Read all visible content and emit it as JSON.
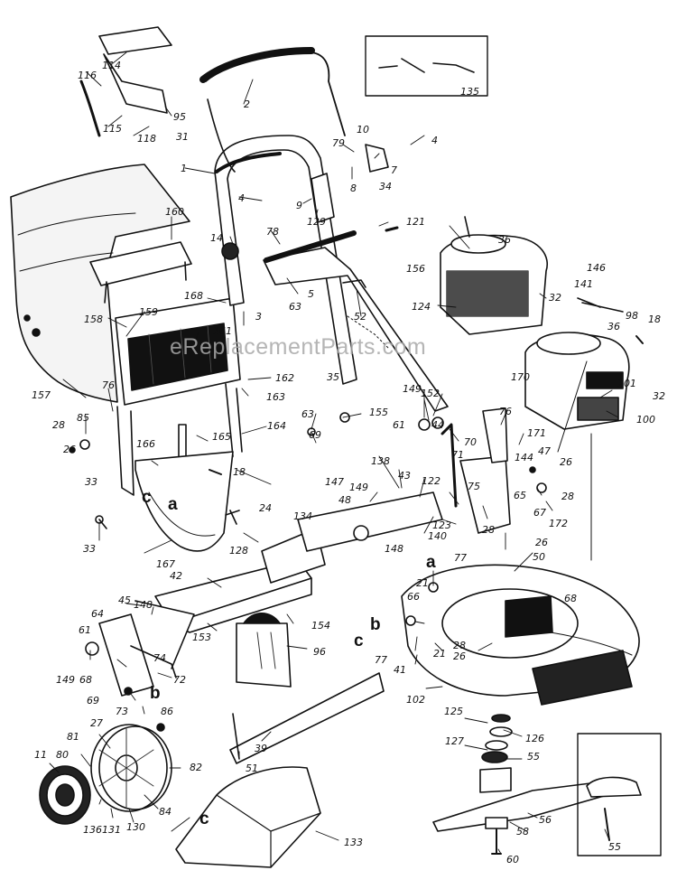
{
  "watermark": "eReplacementParts.com",
  "callouts": [
    {
      "id": "c114",
      "text": "114"
    },
    {
      "id": "c116",
      "text": "116"
    },
    {
      "id": "c95",
      "text": "95"
    },
    {
      "id": "c115",
      "text": "115"
    },
    {
      "id": "c118",
      "text": "118"
    },
    {
      "id": "c31",
      "text": "31"
    },
    {
      "id": "c2",
      "text": "2"
    },
    {
      "id": "c135",
      "text": "135"
    },
    {
      "id": "c10",
      "text": "10"
    },
    {
      "id": "c79",
      "text": "79"
    },
    {
      "id": "c4a",
      "text": "4"
    },
    {
      "id": "c7",
      "text": "7"
    },
    {
      "id": "c1",
      "text": "1"
    },
    {
      "id": "c8",
      "text": "8"
    },
    {
      "id": "c34",
      "text": "34"
    },
    {
      "id": "c4b",
      "text": "4"
    },
    {
      "id": "c9",
      "text": "9"
    },
    {
      "id": "c129",
      "text": "129"
    },
    {
      "id": "c160",
      "text": "160"
    },
    {
      "id": "c78",
      "text": "78"
    },
    {
      "id": "c121",
      "text": "121"
    },
    {
      "id": "c36a",
      "text": "36"
    },
    {
      "id": "c14",
      "text": "14"
    },
    {
      "id": "c156",
      "text": "156"
    },
    {
      "id": "c146",
      "text": "146"
    },
    {
      "id": "c141",
      "text": "141"
    },
    {
      "id": "c5",
      "text": "5"
    },
    {
      "id": "c168",
      "text": "168"
    },
    {
      "id": "c63a",
      "text": "63"
    },
    {
      "id": "c32a",
      "text": "32"
    },
    {
      "id": "c98",
      "text": "98"
    },
    {
      "id": "c18a",
      "text": "18"
    },
    {
      "id": "c158",
      "text": "158"
    },
    {
      "id": "c159",
      "text": "159"
    },
    {
      "id": "c3",
      "text": "3"
    },
    {
      "id": "c52",
      "text": "52"
    },
    {
      "id": "c124",
      "text": "124"
    },
    {
      "id": "c36b",
      "text": "36"
    },
    {
      "id": "c161",
      "text": "161"
    },
    {
      "id": "c162",
      "text": "162"
    },
    {
      "id": "c35",
      "text": "35"
    },
    {
      "id": "c157",
      "text": "157"
    },
    {
      "id": "c163",
      "text": "163"
    },
    {
      "id": "c76a",
      "text": "76"
    },
    {
      "id": "c149a",
      "text": "149"
    },
    {
      "id": "c152",
      "text": "152"
    },
    {
      "id": "c170",
      "text": "170"
    },
    {
      "id": "c101",
      "text": "101"
    },
    {
      "id": "c32b",
      "text": "32"
    },
    {
      "id": "c100",
      "text": "100"
    },
    {
      "id": "c85",
      "text": "85"
    },
    {
      "id": "c164",
      "text": "164"
    },
    {
      "id": "c63b",
      "text": "63"
    },
    {
      "id": "c155",
      "text": "155"
    },
    {
      "id": "c61a",
      "text": "61"
    },
    {
      "id": "c44",
      "text": "44"
    },
    {
      "id": "c76b",
      "text": "76"
    },
    {
      "id": "c171",
      "text": "171"
    },
    {
      "id": "c28a",
      "text": "28"
    },
    {
      "id": "c166",
      "text": "166"
    },
    {
      "id": "c165",
      "text": "165"
    },
    {
      "id": "c69a",
      "text": "69"
    },
    {
      "id": "c70",
      "text": "70"
    },
    {
      "id": "c144",
      "text": "144"
    },
    {
      "id": "c47",
      "text": "47"
    },
    {
      "id": "c26a",
      "text": "26"
    },
    {
      "id": "c71",
      "text": "71"
    },
    {
      "id": "c26b",
      "text": "26"
    },
    {
      "id": "c33a",
      "text": "33"
    },
    {
      "id": "c18b",
      "text": "18"
    },
    {
      "id": "c138",
      "text": "138"
    },
    {
      "id": "c43",
      "text": "43"
    },
    {
      "id": "c28b",
      "text": "28"
    },
    {
      "id": "c122",
      "text": "122"
    },
    {
      "id": "c75",
      "text": "75"
    },
    {
      "id": "c65",
      "text": "65"
    },
    {
      "id": "c147",
      "text": "147"
    },
    {
      "id": "c149b",
      "text": "149"
    },
    {
      "id": "c48",
      "text": "48"
    },
    {
      "id": "c24",
      "text": "24"
    },
    {
      "id": "c67",
      "text": "67"
    },
    {
      "id": "c172",
      "text": "172"
    },
    {
      "id": "c123",
      "text": "123"
    },
    {
      "id": "c134",
      "text": "134"
    },
    {
      "id": "c140",
      "text": "140"
    },
    {
      "id": "c28c",
      "text": "28"
    },
    {
      "id": "c33b",
      "text": "33"
    },
    {
      "id": "c26c",
      "text": "26"
    },
    {
      "id": "c148a",
      "text": "148"
    },
    {
      "id": "c50",
      "text": "50"
    },
    {
      "id": "c167",
      "text": "167"
    },
    {
      "id": "c128",
      "text": "128"
    },
    {
      "id": "c77a",
      "text": "77"
    },
    {
      "id": "c42",
      "text": "42"
    },
    {
      "id": "c21a",
      "text": "21"
    },
    {
      "id": "c45",
      "text": "45"
    },
    {
      "id": "c148b",
      "text": "148"
    },
    {
      "id": "c66",
      "text": "66"
    },
    {
      "id": "c68a",
      "text": "68"
    },
    {
      "id": "c64",
      "text": "64"
    },
    {
      "id": "c154",
      "text": "154"
    },
    {
      "id": "c153",
      "text": "153"
    },
    {
      "id": "c61b",
      "text": "61"
    },
    {
      "id": "c96",
      "text": "96"
    },
    {
      "id": "c74",
      "text": "74"
    },
    {
      "id": "c77b",
      "text": "77"
    },
    {
      "id": "c21b",
      "text": "21"
    },
    {
      "id": "c28d",
      "text": "28"
    },
    {
      "id": "c26d",
      "text": "26"
    },
    {
      "id": "c149c",
      "text": "149"
    },
    {
      "id": "c68b",
      "text": "68"
    },
    {
      "id": "c72",
      "text": "72"
    },
    {
      "id": "c41",
      "text": "41"
    },
    {
      "id": "c69b",
      "text": "69"
    },
    {
      "id": "c73",
      "text": "73"
    },
    {
      "id": "c102",
      "text": "102"
    },
    {
      "id": "c86",
      "text": "86"
    },
    {
      "id": "c125",
      "text": "125"
    },
    {
      "id": "c27",
      "text": "27"
    },
    {
      "id": "c126",
      "text": "126"
    },
    {
      "id": "c127",
      "text": "127"
    },
    {
      "id": "c39",
      "text": "39"
    },
    {
      "id": "c81",
      "text": "81"
    },
    {
      "id": "c55a",
      "text": "55"
    },
    {
      "id": "c11",
      "text": "11"
    },
    {
      "id": "c80",
      "text": "80"
    },
    {
      "id": "c82",
      "text": "82"
    },
    {
      "id": "c51",
      "text": "51"
    },
    {
      "id": "c56",
      "text": "56"
    },
    {
      "id": "c84",
      "text": "84"
    },
    {
      "id": "c136",
      "text": "136"
    },
    {
      "id": "c131",
      "text": "131"
    },
    {
      "id": "c130",
      "text": "130"
    },
    {
      "id": "c58",
      "text": "58"
    },
    {
      "id": "c55b",
      "text": "55"
    },
    {
      "id": "c133",
      "text": "133"
    },
    {
      "id": "c60",
      "text": "60"
    }
  ],
  "connectors": [
    {
      "id": "cA1",
      "text": "c"
    },
    {
      "id": "cA2",
      "text": "a"
    },
    {
      "id": "cA3",
      "text": "a"
    },
    {
      "id": "cA4",
      "text": "b"
    },
    {
      "id": "cA5",
      "text": "c"
    },
    {
      "id": "cA6",
      "text": "b"
    },
    {
      "id": "cA7",
      "text": "c"
    }
  ]
}
